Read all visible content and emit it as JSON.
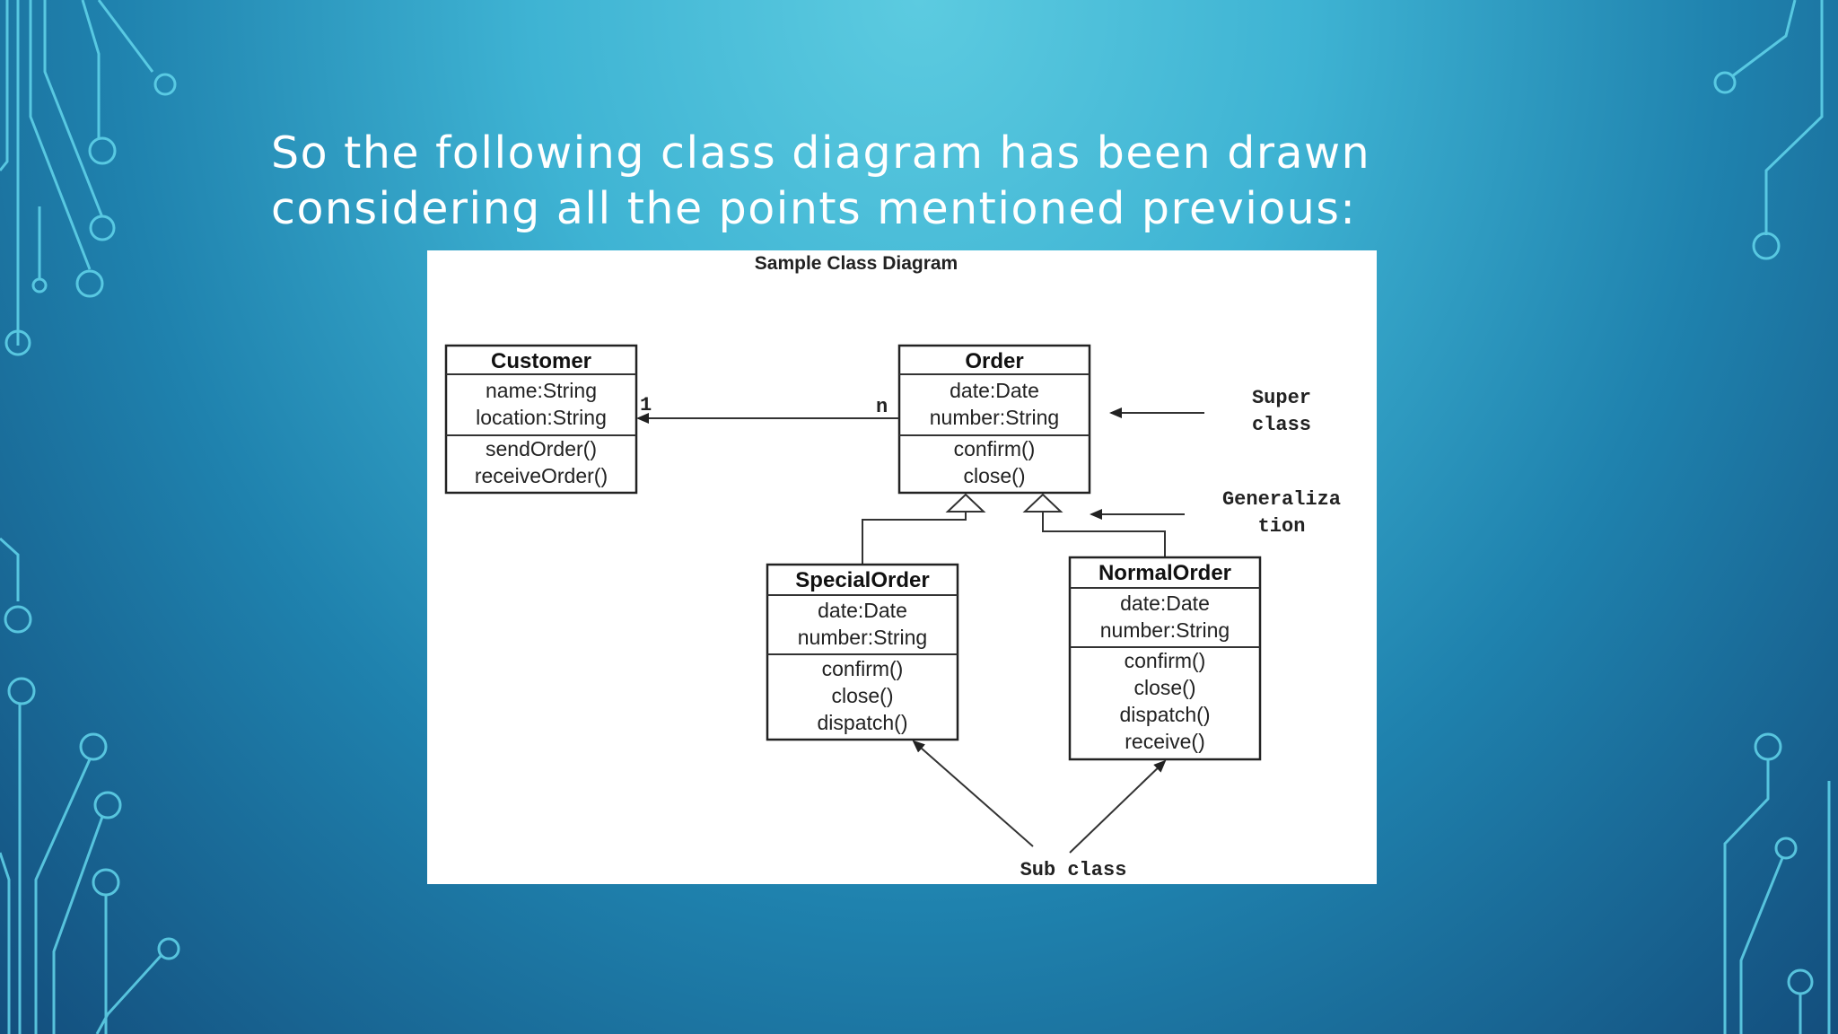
{
  "slide": {
    "title_line1": "So the following class diagram has been drawn",
    "title_line2": "considering all the points mentioned previous:"
  },
  "diagram": {
    "title": "Sample Class Diagram",
    "classes": {
      "customer": {
        "name": "Customer",
        "attributes": [
          "name:String",
          "location:String"
        ],
        "methods": [
          "sendOrder()",
          "receiveOrder()"
        ]
      },
      "order": {
        "name": "Order",
        "attributes": [
          "date:Date",
          "number:String"
        ],
        "methods": [
          "confirm()",
          "close()"
        ]
      },
      "special_order": {
        "name": "SpecialOrder",
        "attributes": [
          "date:Date",
          "number:String"
        ],
        "methods": [
          "confirm()",
          "close()",
          "dispatch()"
        ]
      },
      "normal_order": {
        "name": "NormalOrder",
        "attributes": [
          "date:Date",
          "number:String"
        ],
        "methods": [
          "confirm()",
          "close()",
          "dispatch()",
          "receive()"
        ]
      }
    },
    "association": {
      "customer_multiplicity": "1",
      "order_multiplicity": "n"
    },
    "annotations": {
      "super_class_line1": "Super",
      "super_class_line2": "class",
      "generalization_line1": "Generaliza",
      "generalization_line2": "tion",
      "sub_class": "Sub class"
    }
  },
  "colors": {
    "title_text": "#ffffff",
    "circuit_lines": "#4fd0e8",
    "figure_background": "#ffffff"
  }
}
